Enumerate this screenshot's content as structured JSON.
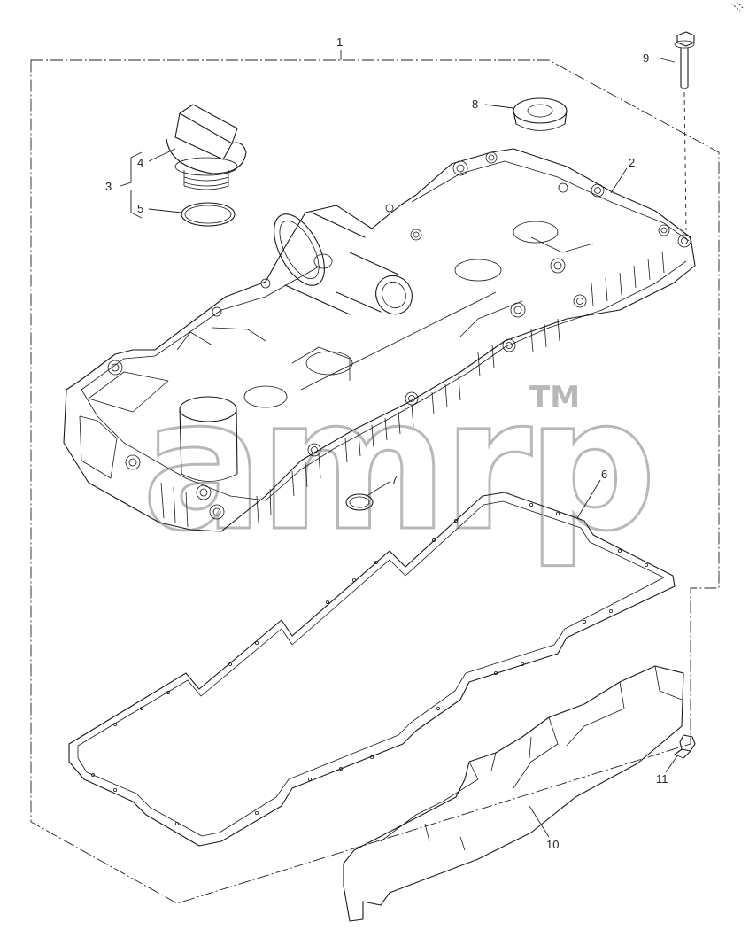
{
  "watermark": {
    "text": "amrp",
    "trademark": "TM"
  },
  "callouts": [
    {
      "id": "1",
      "label": "1"
    },
    {
      "id": "2",
      "label": "2"
    },
    {
      "id": "3",
      "label": "3"
    },
    {
      "id": "4",
      "label": "4"
    },
    {
      "id": "5",
      "label": "5"
    },
    {
      "id": "6",
      "label": "6"
    },
    {
      "id": "7",
      "label": "7"
    },
    {
      "id": "8",
      "label": "8"
    },
    {
      "id": "9",
      "label": "9"
    },
    {
      "id": "10",
      "label": "10"
    },
    {
      "id": "11",
      "label": "11"
    }
  ],
  "colors": {
    "ink": "#1a1a1a",
    "watermark_outline": "#b8b8b8",
    "background": "#ffffff"
  }
}
